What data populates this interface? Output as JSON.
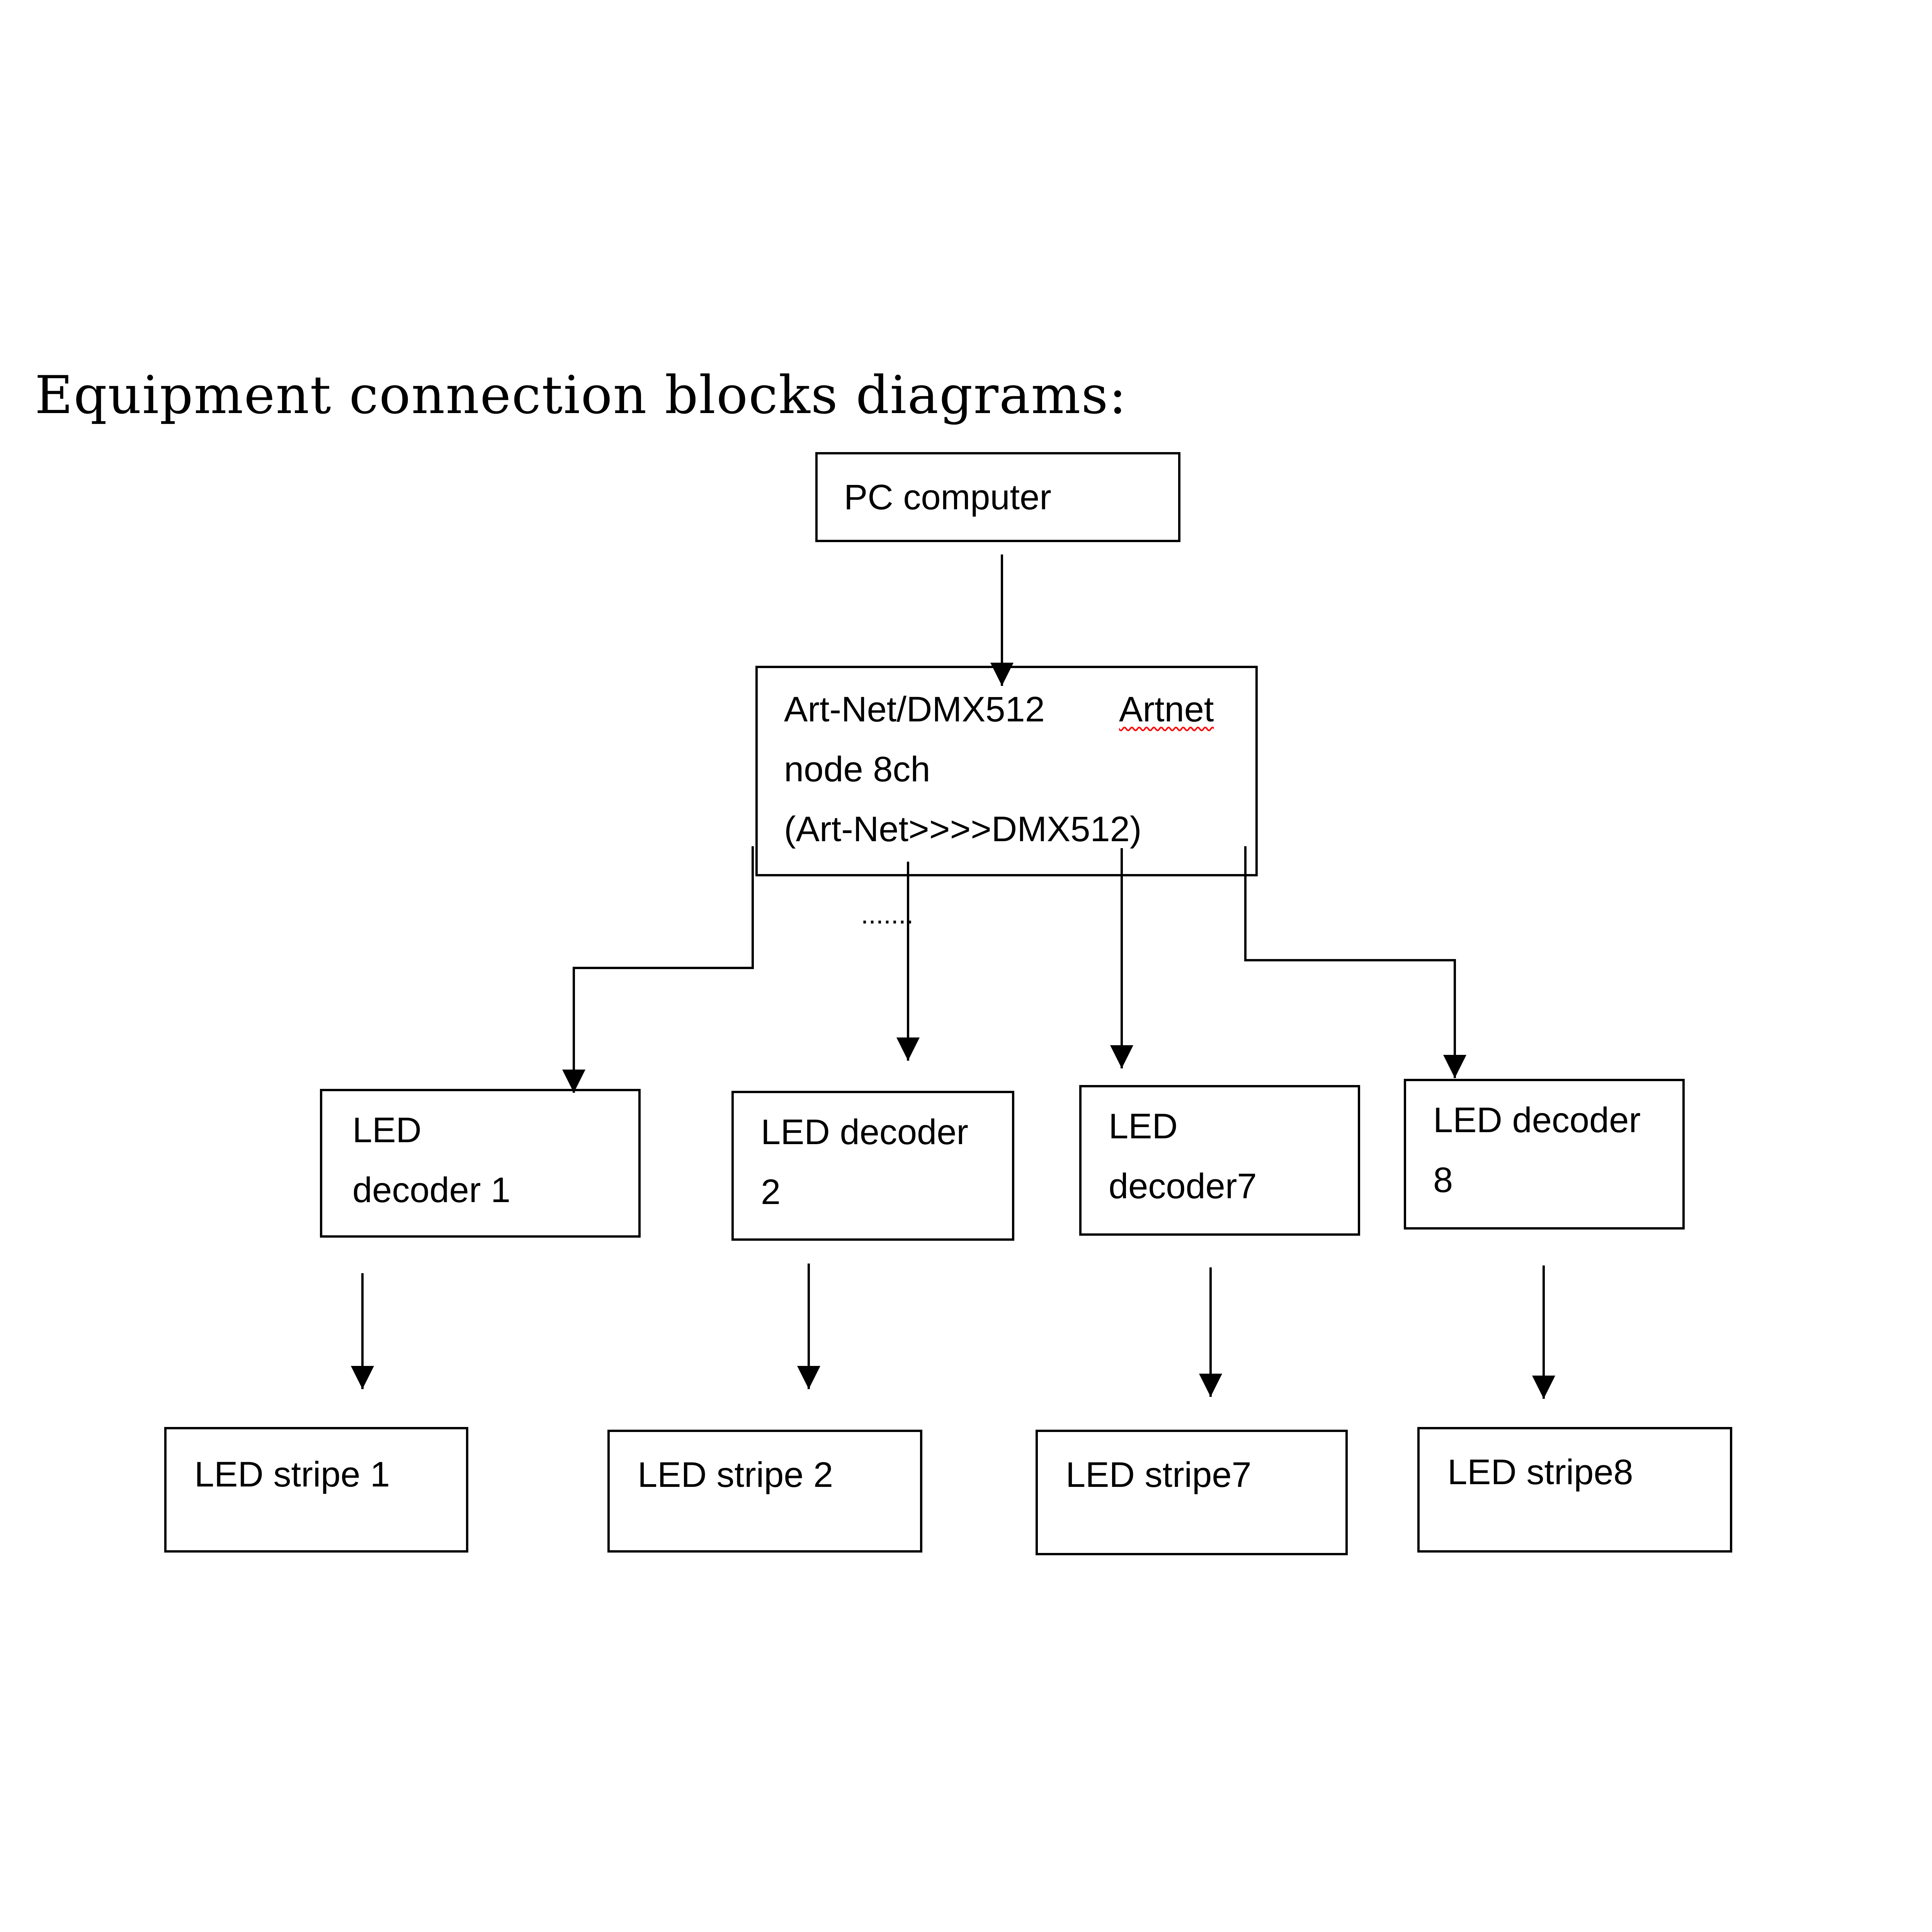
{
  "title": "Equipment connection blocks diagrams:",
  "nodes": {
    "pc": {
      "label": "PC computer"
    },
    "artnet": {
      "line1": "Art-Net/DMX512",
      "line1_word": "Artnet",
      "line2": "node 8ch",
      "line3": "(Art-Net>>>>DMX512)"
    },
    "decoders": [
      {
        "label": "LED\ndecoder 1"
      },
      {
        "label": "LED  decoder\n2"
      },
      {
        "label": "LED\ndecoder7"
      },
      {
        "label": "LED  decoder\n8"
      }
    ],
    "stripes": [
      {
        "label": "LED stripe 1"
      },
      {
        "label": "LED stripe 2"
      },
      {
        "label": "LED stripe7"
      },
      {
        "label": "LED stripe8"
      }
    ]
  },
  "ellipsis": ".......",
  "colors": {
    "line": "#000000",
    "spellcheck": "#ff0000"
  }
}
